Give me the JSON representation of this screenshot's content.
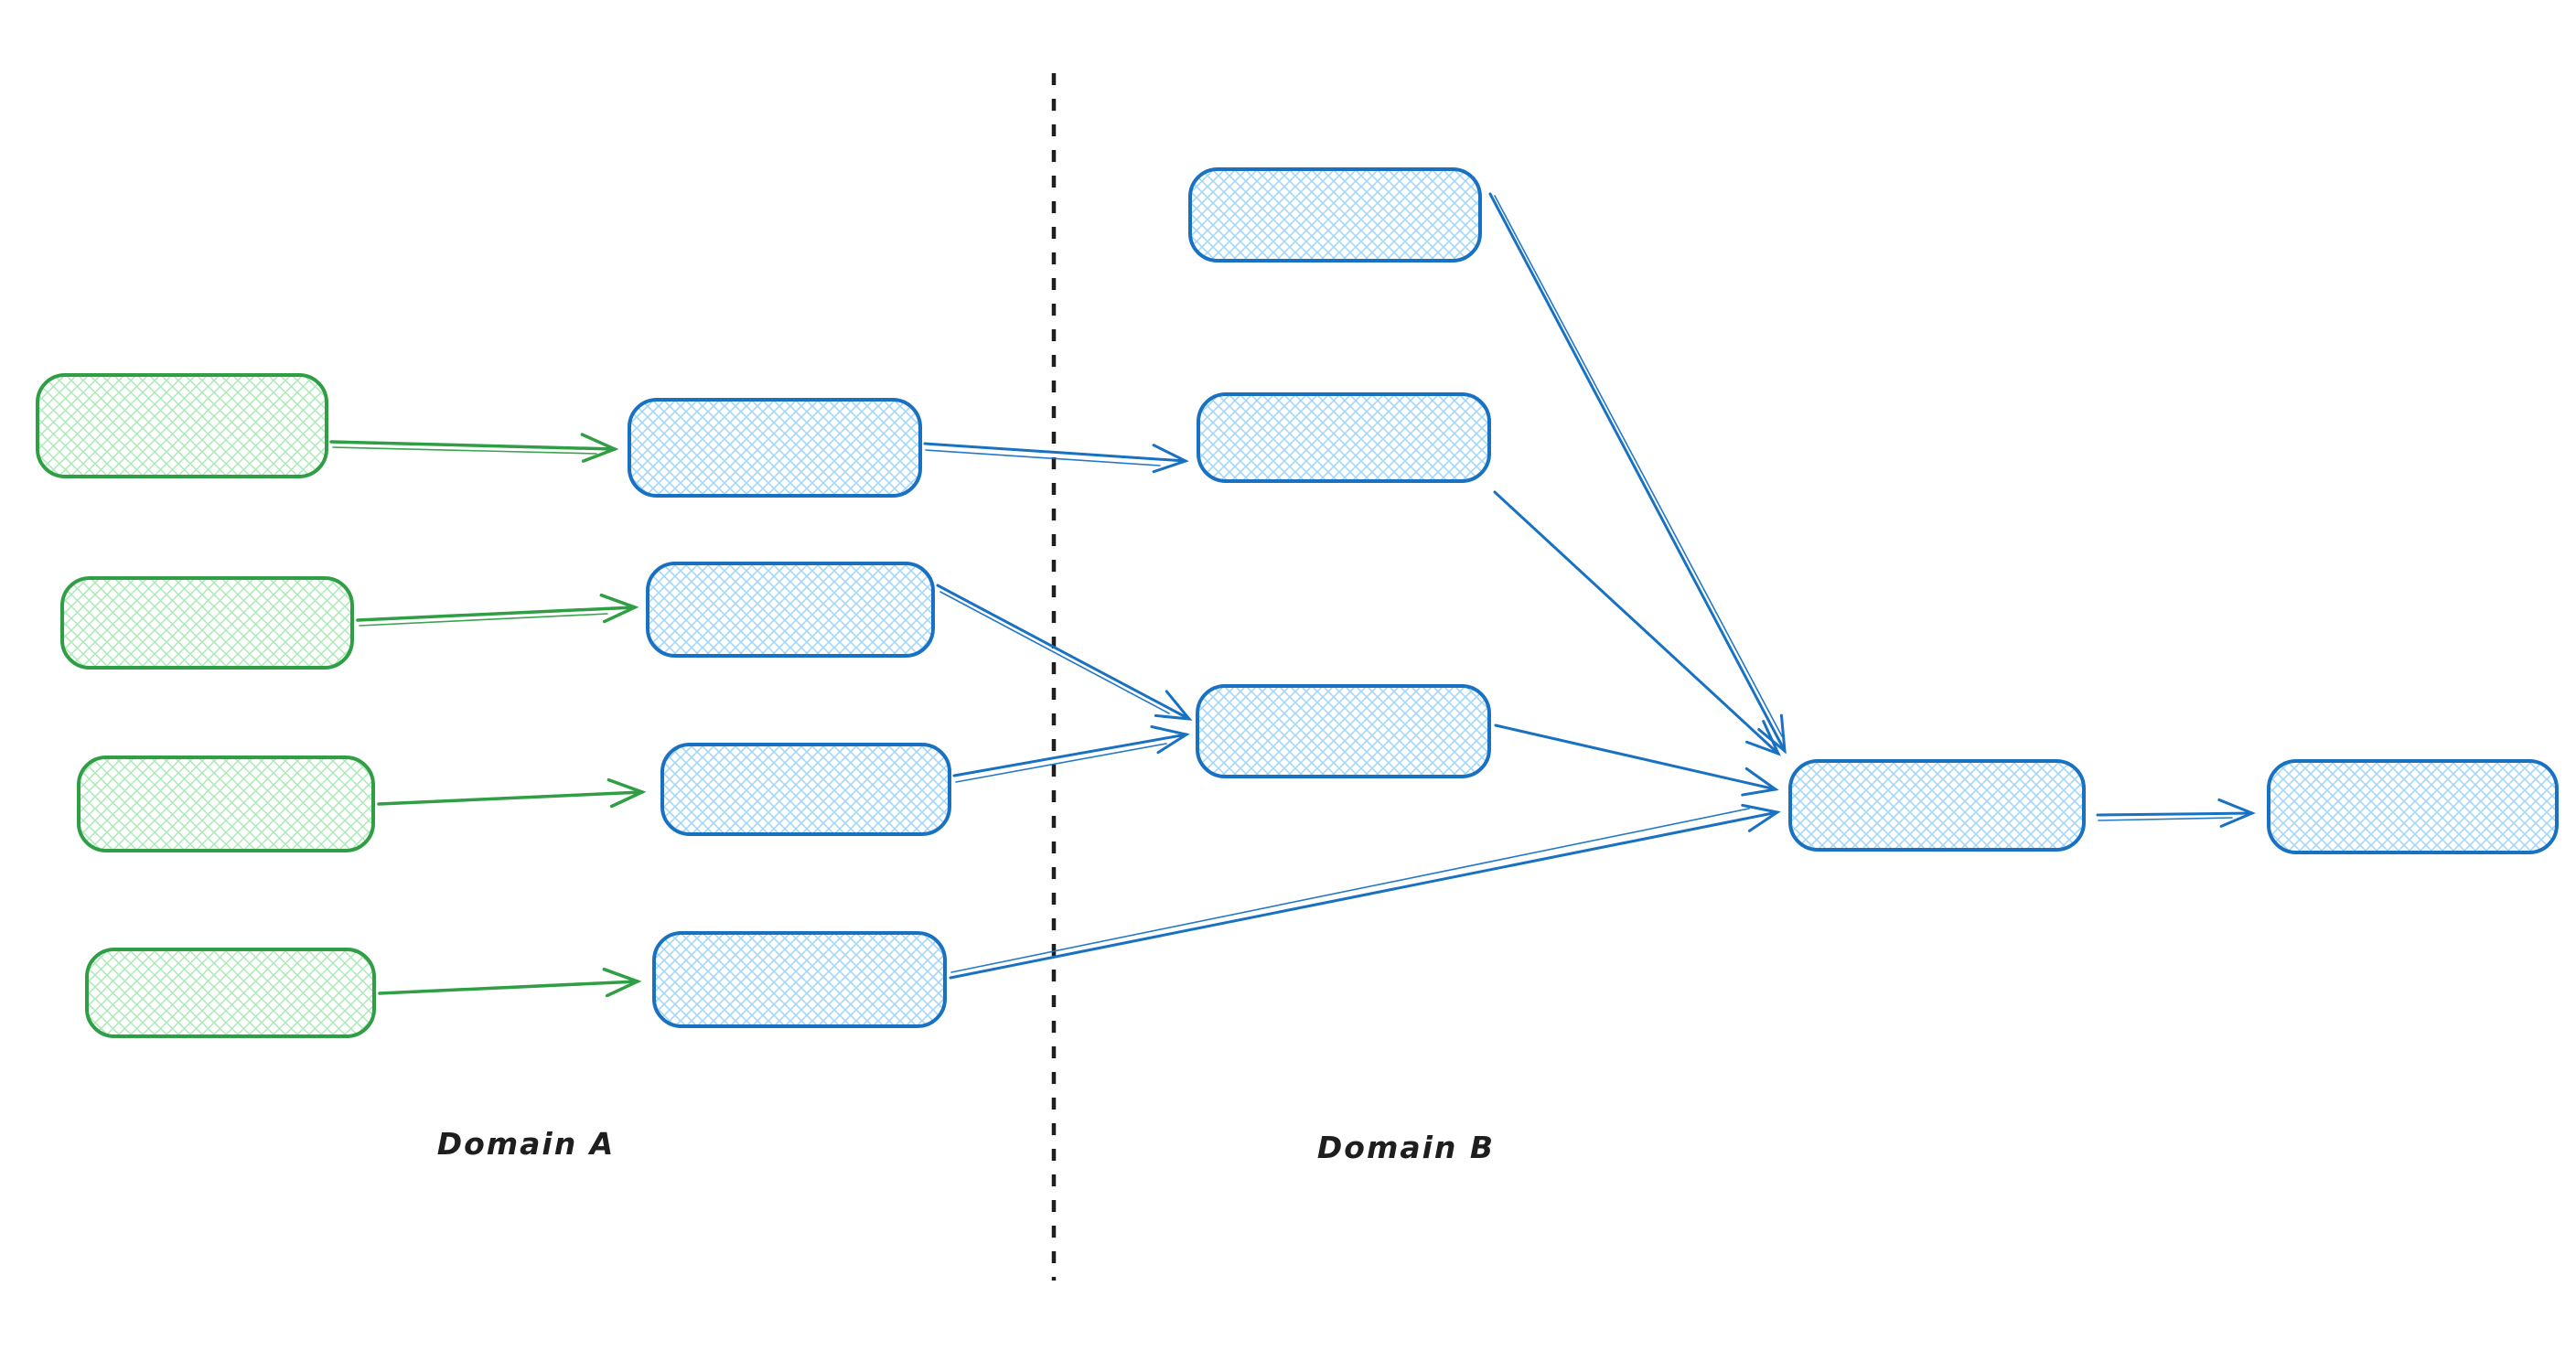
{
  "diagram": {
    "type": "flow-diagram",
    "style": "hand-drawn-sketch",
    "background": "#ffffff",
    "labels": {
      "domain_a": "Domain A",
      "domain_b": "Domain B"
    },
    "colors": {
      "green-stroke": "#2f9e44",
      "green-hatch": "#abe9b6",
      "blue-stroke": "#1971c2",
      "blue-hatch": "#9ed4f7",
      "divider": "#1e1e1e",
      "text": "#1e1e1e",
      "background": "#ffffff"
    },
    "divider": {
      "orientation": "vertical",
      "style": "dashed",
      "separates": [
        "Domain A",
        "Domain B"
      ]
    },
    "nodes": [
      {
        "id": "a-source-1",
        "domain": "Domain A",
        "kind": "source",
        "color": "green",
        "label": ""
      },
      {
        "id": "a-source-2",
        "domain": "Domain A",
        "kind": "source",
        "color": "green",
        "label": ""
      },
      {
        "id": "a-source-3",
        "domain": "Domain A",
        "kind": "source",
        "color": "green",
        "label": ""
      },
      {
        "id": "a-source-4",
        "domain": "Domain A",
        "kind": "source",
        "color": "green",
        "label": ""
      },
      {
        "id": "a-stage-1",
        "domain": "Domain A",
        "kind": "intermediate",
        "color": "blue",
        "label": ""
      },
      {
        "id": "a-stage-2",
        "domain": "Domain A",
        "kind": "intermediate",
        "color": "blue",
        "label": ""
      },
      {
        "id": "a-stage-3",
        "domain": "Domain A",
        "kind": "intermediate",
        "color": "blue",
        "label": ""
      },
      {
        "id": "a-stage-4",
        "domain": "Domain A",
        "kind": "intermediate",
        "color": "blue",
        "label": ""
      },
      {
        "id": "b-node-1",
        "domain": "Domain B",
        "kind": "input",
        "color": "blue",
        "label": ""
      },
      {
        "id": "b-node-2",
        "domain": "Domain B",
        "kind": "input",
        "color": "blue",
        "label": ""
      },
      {
        "id": "b-node-3",
        "domain": "Domain B",
        "kind": "merge",
        "color": "blue",
        "label": ""
      },
      {
        "id": "b-hub",
        "domain": "Domain B",
        "kind": "hub",
        "color": "blue",
        "label": ""
      },
      {
        "id": "b-output",
        "domain": "Domain B",
        "kind": "output",
        "color": "blue",
        "label": ""
      }
    ],
    "edges": [
      {
        "from": "a-source-1",
        "to": "a-stage-1",
        "color": "green"
      },
      {
        "from": "a-source-2",
        "to": "a-stage-2",
        "color": "green"
      },
      {
        "from": "a-source-3",
        "to": "a-stage-3",
        "color": "green"
      },
      {
        "from": "a-source-4",
        "to": "a-stage-4",
        "color": "green"
      },
      {
        "from": "a-stage-1",
        "to": "b-node-2",
        "color": "blue"
      },
      {
        "from": "a-stage-2",
        "to": "b-node-3",
        "color": "blue"
      },
      {
        "from": "a-stage-3",
        "to": "b-node-3",
        "color": "blue"
      },
      {
        "from": "a-stage-4",
        "to": "b-hub",
        "color": "blue"
      },
      {
        "from": "b-node-1",
        "to": "b-hub",
        "color": "blue"
      },
      {
        "from": "b-node-2",
        "to": "b-hub",
        "color": "blue"
      },
      {
        "from": "b-node-3",
        "to": "b-hub",
        "color": "blue"
      },
      {
        "from": "b-hub",
        "to": "b-output",
        "color": "blue"
      }
    ]
  }
}
